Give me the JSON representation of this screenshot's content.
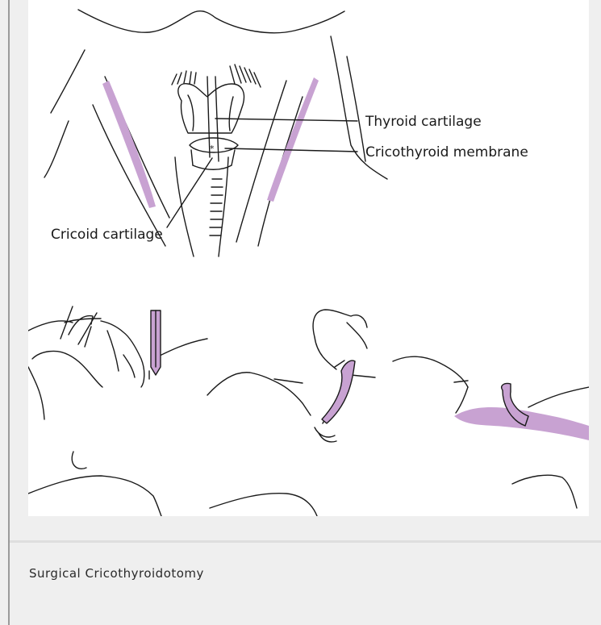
{
  "figure": {
    "labels": {
      "thyroid": "Thyroid cartilage",
      "cricothyroid": "Cricothyroid membrane",
      "cricoid": "Cricoid cartilage",
      "marker": "*"
    }
  },
  "caption": "Surgical Cricothyroidotomy",
  "colors": {
    "accent": "#c8a2d2",
    "line": "#1a1a1a",
    "panel": "#ffffff",
    "background": "#efefef"
  }
}
